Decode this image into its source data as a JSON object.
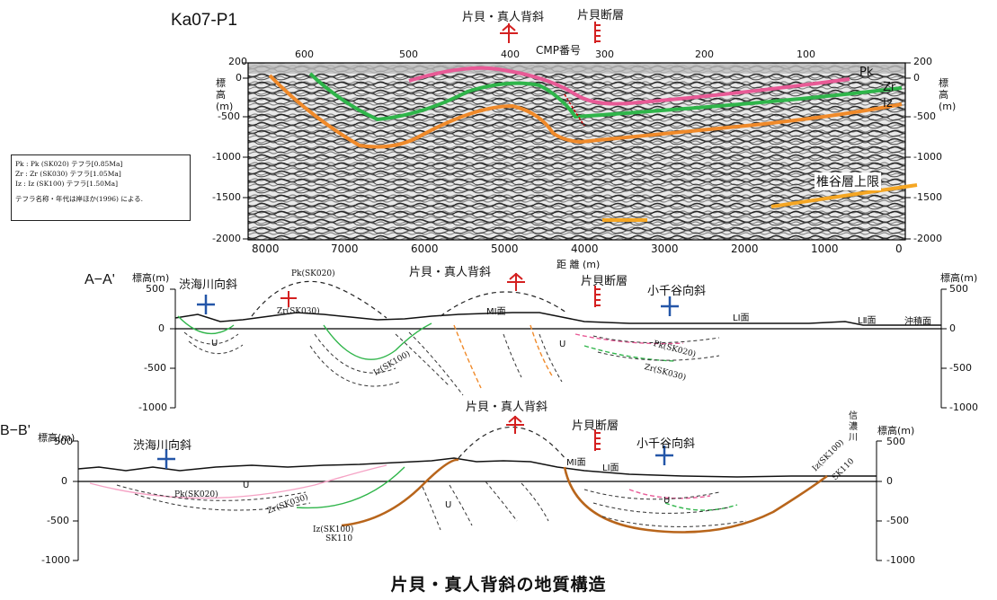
{
  "profile_title": "Ka07-P1",
  "figure_title": "片貝・真人背斜の地質構造",
  "legend": {
    "lines": [
      "Pk : Pk (SK020) テフラ[0.85Ma]",
      "Zr : Zr (SK030) テフラ[1.05Ma]",
      "Iz : Iz (SK100) テフラ[1.50Ma]",
      "テフラ名称・年代は岸ほか(1996) による."
    ]
  },
  "seismic": {
    "top_axis_label": "CMP番号",
    "top_ticks": [
      "600",
      "500",
      "400",
      "300",
      "200",
      "100"
    ],
    "bottom_ticks": [
      "8000",
      "7000",
      "6000",
      "5000",
      "4000",
      "3000",
      "2000",
      "1000",
      "0"
    ],
    "bottom_axis_label": "距 離 (m)",
    "left_ticks": [
      "200",
      "0",
      "-500",
      "-1000",
      "-1500",
      "-2000"
    ],
    "right_ticks": [
      "200",
      "0",
      "-500",
      "-1000",
      "-1500",
      "-2000"
    ],
    "left_axis_label": "標高(m)",
    "right_axis_label": "標高(m)",
    "anticline_label": "片貝・真人背斜",
    "fault_label": "片貝断層",
    "horizon_labels": {
      "pk": "Pk",
      "zr": "Zr",
      "iz": "Iz"
    },
    "shiitani_label": "椎谷層上限",
    "colors": {
      "pk": "#e85a96",
      "zr": "#2fb54a",
      "iz": "#f08a2a",
      "shiitani": "#f5a623"
    }
  },
  "section_a": {
    "label": "A−A'",
    "left_axis_label": "標高(m)",
    "right_axis_label": "標高(m)",
    "left_ticks": [
      "500",
      "0",
      "-500",
      "-1000"
    ],
    "right_ticks": [
      "500",
      "0",
      "-500",
      "-1000"
    ],
    "syncline_west": "渋海川向斜",
    "anticline": "片貝・真人背斜",
    "fault": "片貝断層",
    "syncline_east": "小千谷向斜",
    "terraces": {
      "m1": "MⅠ面",
      "l1": "LⅠ面",
      "l2": "LⅡ面",
      "alluvial": "沖積面"
    },
    "units": {
      "u1": "U",
      "u2": "U"
    },
    "tephra": {
      "pk_w": "Pk(SK020)",
      "zr_w": "Zr(SK030)",
      "iz_w": "Iz(SK100)",
      "pk_e": "Pk(SK020)",
      "zr_e": "Zr(SK030)"
    }
  },
  "section_b": {
    "label": "B−B'",
    "left_axis_label": "標高(m)",
    "right_axis_label": "標高(m)",
    "left_ticks": [
      "500",
      "0",
      "-500",
      "-1000"
    ],
    "right_ticks": [
      "500",
      "0",
      "-500",
      "-1000"
    ],
    "syncline_west": "渋海川向斜",
    "anticline": "片貝・真人背斜",
    "fault": "片貝断層",
    "syncline_east": "小千谷向斜",
    "river": "信濃川",
    "terraces": {
      "m1": "MⅠ面",
      "l1": "LⅠ面"
    },
    "units": {
      "u1": "U",
      "u2": "U",
      "u3": "U"
    },
    "tephra": {
      "pk_w": "Pk(SK020)",
      "zr_w": "Zr(SK030)",
      "iz_w": "Iz(SK100)",
      "sk110_w": "SK110",
      "iz_e": "Iz(SK100)",
      "sk110_e": "SK110"
    }
  }
}
